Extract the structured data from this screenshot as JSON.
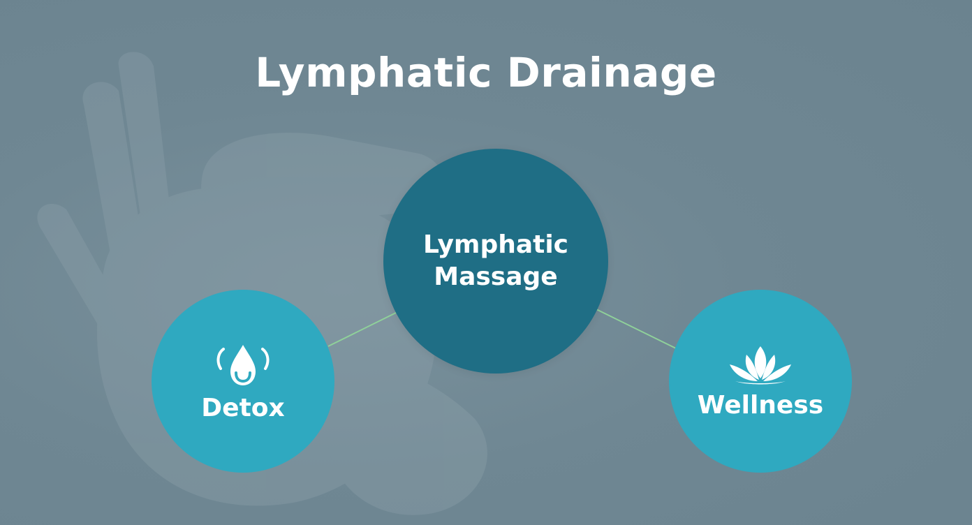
{
  "title": "Lymphatic Drainage",
  "nodes": {
    "center": {
      "label": "Lymphatic Massage"
    },
    "left": {
      "label": "Detox",
      "icon": "water-drop-icon"
    },
    "right": {
      "label": "Wellness",
      "icon": "lotus-icon"
    }
  },
  "colors": {
    "background": "#6f8793",
    "center_node": "#1f6e85",
    "side_node": "#2fa9c0",
    "connector": "#8fd19a",
    "text": "#ffffff"
  }
}
